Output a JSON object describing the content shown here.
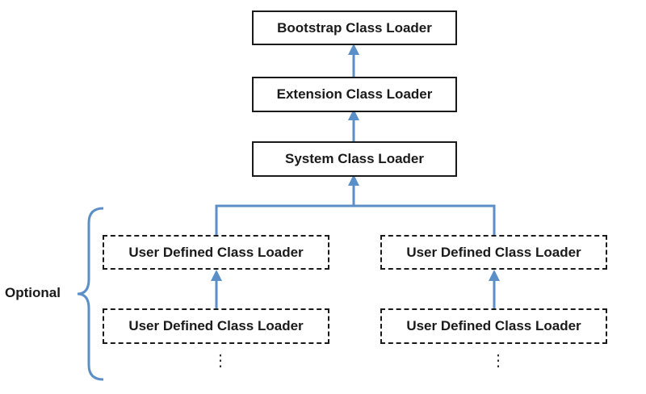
{
  "nodes": {
    "bootstrap": "Bootstrap Class Loader",
    "extension": "Extension Class Loader",
    "system": "System Class Loader",
    "user_left_top": "User Defined Class Loader",
    "user_left_bottom": "User Defined Class Loader",
    "user_right_top": "User Defined Class Loader",
    "user_right_bottom": "User Defined Class Loader"
  },
  "bracket_label": "Optional",
  "continuation": "⋮",
  "colors": {
    "arrow": "#5b8fc7",
    "border": "#1a1a1a",
    "text": "#1a1a1a"
  }
}
